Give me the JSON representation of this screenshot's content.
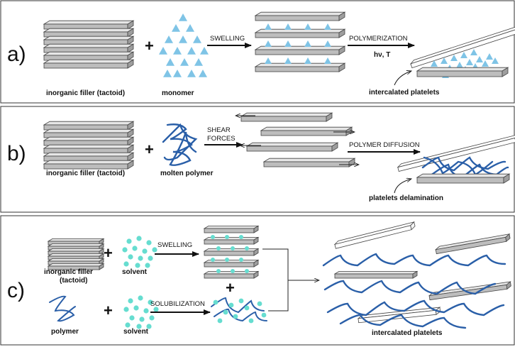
{
  "panels": {
    "a": {
      "letter": "a)",
      "filler_label": "inorganic filler (tactoid)",
      "monomer_label": "monomer",
      "swelling_label": "SWELLING",
      "polymerization_label": "POLYMERIZATION",
      "conditions_label": "hν, T",
      "result_label": "intercalated platelets"
    },
    "b": {
      "letter": "b)",
      "filler_label": "inorganic filler (tactoid)",
      "polymer_label": "molten polymer",
      "shear_label_1": "SHEAR",
      "shear_label_2": "FORCES",
      "diffusion_label": "POLYMER DIFFUSION",
      "result_label": "platelets delamination"
    },
    "c": {
      "letter": "c)",
      "filler_label_1": "inorganic filler",
      "filler_label_2": "(tactoid)",
      "solvent_label_1": "solvent",
      "swelling_label": "SWELLING",
      "polymer_label": "polymer",
      "solvent_label_2": "solvent",
      "solubilization_label": "SOLUBILIZATION",
      "result_label": "intercalated platelets"
    },
    "plus_symbol": "+"
  },
  "colors": {
    "platelet_top": "#e6e6e6",
    "platelet_front": "#bdbdbd",
    "monomer": "#7fc4e6",
    "solvent": "#66ddd0",
    "polymer": "#2a5fa8"
  }
}
